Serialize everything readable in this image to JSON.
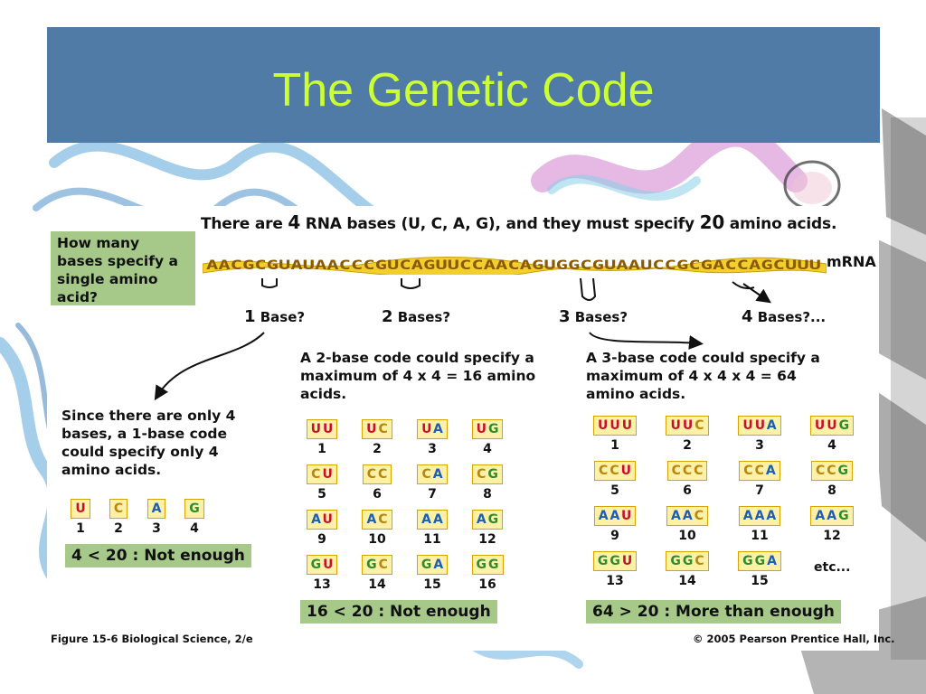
{
  "slide": {
    "title": "The Genetic Code"
  },
  "figure": {
    "headline": {
      "prefix": "There are ",
      "num_bases": "4",
      "middle": " RNA bases (U, C, A, G), and they must specify ",
      "num_aa": "20",
      "suffix": " amino acids."
    },
    "question": "How many bases specify a single amino acid?",
    "mrna": {
      "sequence": "AACGCGUAUAACCCGUCAGUUCCAACAGUGGCGUAAUCCGCGACCAGCUUU",
      "label": "mRNA"
    },
    "options": [
      {
        "num": "1",
        "text": " Base?"
      },
      {
        "num": "2",
        "text": " Bases?"
      },
      {
        "num": "3",
        "text": " Bases?"
      },
      {
        "num": "4",
        "text": " Bases?..."
      }
    ],
    "one_base": {
      "text": "Since there are only 4 bases, a 1-base code could specify only 4 amino acids.",
      "codons": [
        {
          "codon": "U",
          "num": "1"
        },
        {
          "codon": "C",
          "num": "2"
        },
        {
          "codon": "A",
          "num": "3"
        },
        {
          "codon": "G",
          "num": "4"
        }
      ],
      "verdict": "4 < 20 : Not enough"
    },
    "two_base": {
      "text": "A 2-base code could specify a maximum of 4 x 4 = 16 amino acids.",
      "codons": [
        {
          "codon": "UU",
          "num": "1"
        },
        {
          "codon": "UC",
          "num": "2"
        },
        {
          "codon": "UA",
          "num": "3"
        },
        {
          "codon": "UG",
          "num": "4"
        },
        {
          "codon": "CU",
          "num": "5"
        },
        {
          "codon": "CC",
          "num": "6"
        },
        {
          "codon": "CA",
          "num": "7"
        },
        {
          "codon": "CG",
          "num": "8"
        },
        {
          "codon": "AU",
          "num": "9"
        },
        {
          "codon": "AC",
          "num": "10"
        },
        {
          "codon": "AA",
          "num": "11"
        },
        {
          "codon": "AG",
          "num": "12"
        },
        {
          "codon": "GU",
          "num": "13"
        },
        {
          "codon": "GC",
          "num": "14"
        },
        {
          "codon": "GA",
          "num": "15"
        },
        {
          "codon": "GG",
          "num": "16"
        }
      ],
      "verdict": "16 < 20 : Not enough"
    },
    "three_base": {
      "text": "A 3-base code could specify a maximum of 4 x 4 x 4 = 64 amino acids.",
      "codons": [
        {
          "codon": "UUU",
          "num": "1"
        },
        {
          "codon": "UUC",
          "num": "2"
        },
        {
          "codon": "UUA",
          "num": "3"
        },
        {
          "codon": "UUG",
          "num": "4"
        },
        {
          "codon": "CCU",
          "num": "5"
        },
        {
          "codon": "CCC",
          "num": "6"
        },
        {
          "codon": "CCA",
          "num": "7"
        },
        {
          "codon": "CCG",
          "num": "8"
        },
        {
          "codon": "AAU",
          "num": "9"
        },
        {
          "codon": "AAC",
          "num": "10"
        },
        {
          "codon": "AAA",
          "num": "11"
        },
        {
          "codon": "AAG",
          "num": "12"
        },
        {
          "codon": "GGU",
          "num": "13"
        },
        {
          "codon": "GGC",
          "num": "14"
        },
        {
          "codon": "GGA",
          "num": "15"
        }
      ],
      "etc": "etc...",
      "verdict": "64 > 20 : More than enough"
    },
    "caption": "Figure 15-6   Biological Science, 2/e",
    "credit": "© 2005 Pearson Prentice Hall, Inc."
  },
  "colors": {
    "title_bar": "#4f7ba6",
    "title_text": "#ccff33",
    "panel_green": "#a6c98a",
    "codon_fill": "#fdf1a8",
    "U": "#c8102e",
    "C": "#b8860b",
    "A": "#1a5fb4",
    "G": "#2e8b2e"
  }
}
